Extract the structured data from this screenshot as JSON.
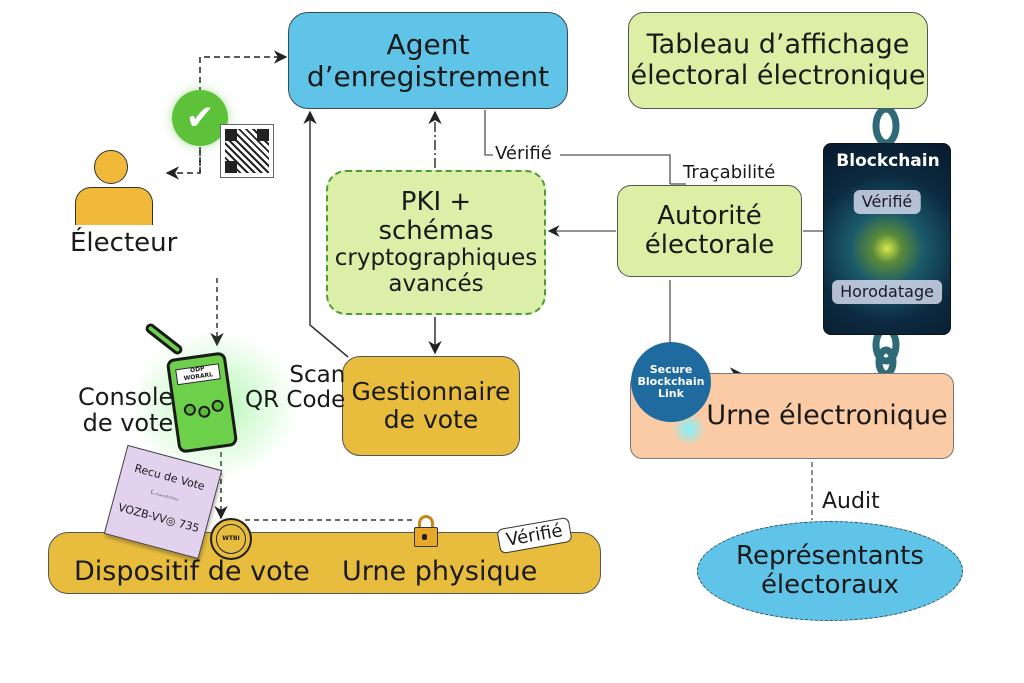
{
  "diagram": {
    "nodes": {
      "agent": [
        "Agent",
        "d’enregistrement"
      ],
      "tableau": [
        "Tableau d’affichage",
        "électoral électronique"
      ],
      "pki": [
        "PKI +",
        "schémas",
        "cryptographiques",
        "avancés"
      ],
      "autorite": [
        "Autorité",
        "électorale"
      ],
      "gestionnaire": [
        "Gestionnaire",
        "de vote"
      ],
      "urne_electronique": "Urne électronique",
      "dispositif": "Dispositif de vote",
      "urne_physique": "Urne physique",
      "representants": [
        "Représentants",
        "électoraux"
      ],
      "electeur": "Électeur",
      "console": [
        "Console",
        "de vote"
      ],
      "console_screen": "ODP WORARL"
    },
    "blockchain": {
      "title": "Blockchain",
      "badges": [
        "Vérifié",
        "Horodatage"
      ]
    },
    "secure_link": [
      "Secure",
      "Blockchain",
      "Link"
    ],
    "receipt": {
      "title": "Recu de Vote",
      "subtitle": "Լ.ₘₐₙₛ₀ᵢ₇ₕₙₙ",
      "code": "VOZB-VV◎ 735"
    },
    "edge_labels": {
      "verifie": "Vérifié",
      "tracabilite": "Traçabilité",
      "scan": [
        "Scan",
        "QR Code"
      ],
      "audit": "Audit",
      "verifie_tag": "Vérifié"
    },
    "icons": {
      "check": "✔",
      "seal": "WTBI"
    },
    "colors": {
      "agent_blue": "#5fc4e8",
      "light_green": "#dcefa5",
      "gold": "#e8bd3d",
      "peach": "#fbcba6",
      "check_green": "#5dc13a",
      "secure_blue": "#1f6a9e",
      "blockchain_dark": "#071a2c"
    }
  }
}
